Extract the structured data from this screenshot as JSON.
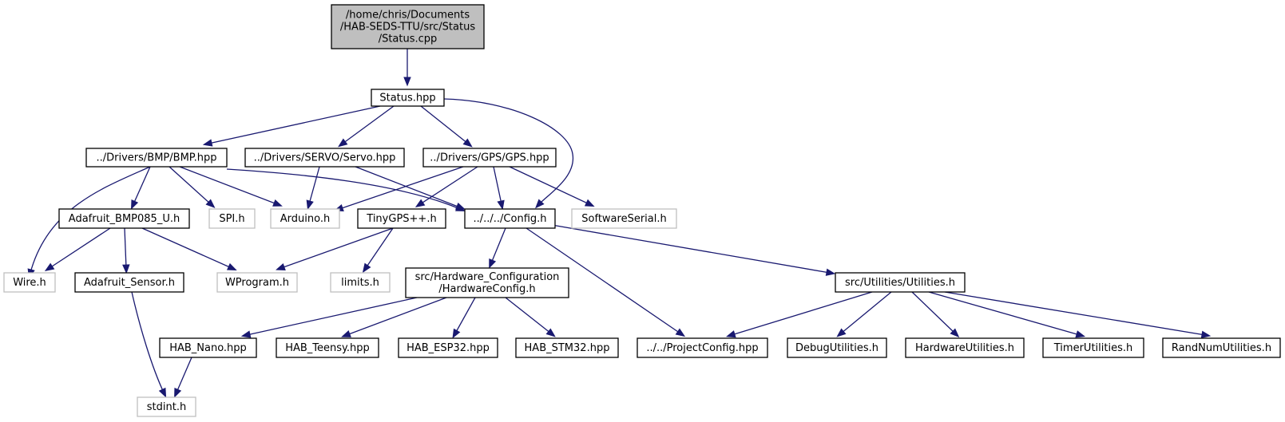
{
  "graph": {
    "colors": {
      "edge": "#191970",
      "root_fill": "#bfbfbf",
      "node_border": "#000000",
      "external_border": "#bfbfbf"
    },
    "nodes": [
      {
        "id": "status_cpp",
        "lines": [
          "/home/chris/Documents",
          "/HAB-SEDS-TTU/src/Status",
          "/Status.cpp"
        ],
        "kind": "root"
      },
      {
        "id": "status_hpp",
        "lines": [
          "Status.hpp"
        ],
        "kind": "doc"
      },
      {
        "id": "bmp_hpp",
        "lines": [
          "../Drivers/BMP/BMP.hpp"
        ],
        "kind": "doc"
      },
      {
        "id": "servo_hpp",
        "lines": [
          "../Drivers/SERVO/Servo.hpp"
        ],
        "kind": "doc"
      },
      {
        "id": "gps_hpp",
        "lines": [
          "../Drivers/GPS/GPS.hpp"
        ],
        "kind": "doc"
      },
      {
        "id": "adafruit_bmp",
        "lines": [
          "Adafruit_BMP085_U.h"
        ],
        "kind": "doc"
      },
      {
        "id": "spi_h",
        "lines": [
          "SPI.h"
        ],
        "kind": "ext"
      },
      {
        "id": "arduino_h",
        "lines": [
          "Arduino.h"
        ],
        "kind": "ext"
      },
      {
        "id": "tinygps",
        "lines": [
          "TinyGPS++.h"
        ],
        "kind": "doc"
      },
      {
        "id": "config_h",
        "lines": [
          "../../../Config.h"
        ],
        "kind": "doc"
      },
      {
        "id": "softserial",
        "lines": [
          "SoftwareSerial.h"
        ],
        "kind": "ext"
      },
      {
        "id": "wire_h",
        "lines": [
          "Wire.h"
        ],
        "kind": "ext"
      },
      {
        "id": "adafruit_sensor",
        "lines": [
          "Adafruit_Sensor.h"
        ],
        "kind": "doc"
      },
      {
        "id": "wprogram",
        "lines": [
          "WProgram.h"
        ],
        "kind": "ext"
      },
      {
        "id": "limits_h",
        "lines": [
          "limits.h"
        ],
        "kind": "ext"
      },
      {
        "id": "hwconfig",
        "lines": [
          "src/Hardware_Configuration",
          "/HardwareConfig.h"
        ],
        "kind": "doc"
      },
      {
        "id": "utilities",
        "lines": [
          "src/Utilities/Utilities.h"
        ],
        "kind": "doc"
      },
      {
        "id": "hab_nano",
        "lines": [
          "HAB_Nano.hpp"
        ],
        "kind": "doc"
      },
      {
        "id": "hab_teensy",
        "lines": [
          "HAB_Teensy.hpp"
        ],
        "kind": "doc"
      },
      {
        "id": "hab_esp32",
        "lines": [
          "HAB_ESP32.hpp"
        ],
        "kind": "doc"
      },
      {
        "id": "hab_stm32",
        "lines": [
          "HAB_STM32.hpp"
        ],
        "kind": "doc"
      },
      {
        "id": "projconfig",
        "lines": [
          "../../ProjectConfig.hpp"
        ],
        "kind": "doc"
      },
      {
        "id": "debugutil",
        "lines": [
          "DebugUtilities.h"
        ],
        "kind": "doc"
      },
      {
        "id": "hwutil",
        "lines": [
          "HardwareUtilities.h"
        ],
        "kind": "doc"
      },
      {
        "id": "timerutil",
        "lines": [
          "TimerUtilities.h"
        ],
        "kind": "doc"
      },
      {
        "id": "randutil",
        "lines": [
          "RandNumUtilities.h"
        ],
        "kind": "doc"
      },
      {
        "id": "stdint_h",
        "lines": [
          "stdint.h"
        ],
        "kind": "ext"
      }
    ],
    "edges": [
      {
        "from": "status_cpp",
        "to": "status_hpp"
      },
      {
        "from": "status_hpp",
        "to": "bmp_hpp"
      },
      {
        "from": "status_hpp",
        "to": "servo_hpp"
      },
      {
        "from": "status_hpp",
        "to": "gps_hpp"
      },
      {
        "from": "status_hpp",
        "to": "config_h"
      },
      {
        "from": "bmp_hpp",
        "to": "wire_h"
      },
      {
        "from": "bmp_hpp",
        "to": "adafruit_bmp"
      },
      {
        "from": "bmp_hpp",
        "to": "spi_h"
      },
      {
        "from": "bmp_hpp",
        "to": "arduino_h"
      },
      {
        "from": "bmp_hpp",
        "to": "config_h"
      },
      {
        "from": "servo_hpp",
        "to": "arduino_h"
      },
      {
        "from": "servo_hpp",
        "to": "config_h"
      },
      {
        "from": "gps_hpp",
        "to": "arduino_h"
      },
      {
        "from": "gps_hpp",
        "to": "tinygps"
      },
      {
        "from": "gps_hpp",
        "to": "config_h"
      },
      {
        "from": "gps_hpp",
        "to": "softserial"
      },
      {
        "from": "adafruit_bmp",
        "to": "wire_h"
      },
      {
        "from": "adafruit_bmp",
        "to": "adafruit_sensor"
      },
      {
        "from": "adafruit_bmp",
        "to": "wprogram"
      },
      {
        "from": "tinygps",
        "to": "wprogram"
      },
      {
        "from": "tinygps",
        "to": "limits_h"
      },
      {
        "from": "config_h",
        "to": "hwconfig"
      },
      {
        "from": "config_h",
        "to": "projconfig"
      },
      {
        "from": "config_h",
        "to": "utilities"
      },
      {
        "from": "adafruit_sensor",
        "to": "stdint_h"
      },
      {
        "from": "hwconfig",
        "to": "hab_nano"
      },
      {
        "from": "hwconfig",
        "to": "hab_teensy"
      },
      {
        "from": "hwconfig",
        "to": "hab_esp32"
      },
      {
        "from": "hwconfig",
        "to": "hab_stm32"
      },
      {
        "from": "hab_nano",
        "to": "stdint_h"
      },
      {
        "from": "utilities",
        "to": "projconfig"
      },
      {
        "from": "utilities",
        "to": "debugutil"
      },
      {
        "from": "utilities",
        "to": "hwutil"
      },
      {
        "from": "utilities",
        "to": "timerutil"
      },
      {
        "from": "utilities",
        "to": "randutil"
      }
    ]
  }
}
